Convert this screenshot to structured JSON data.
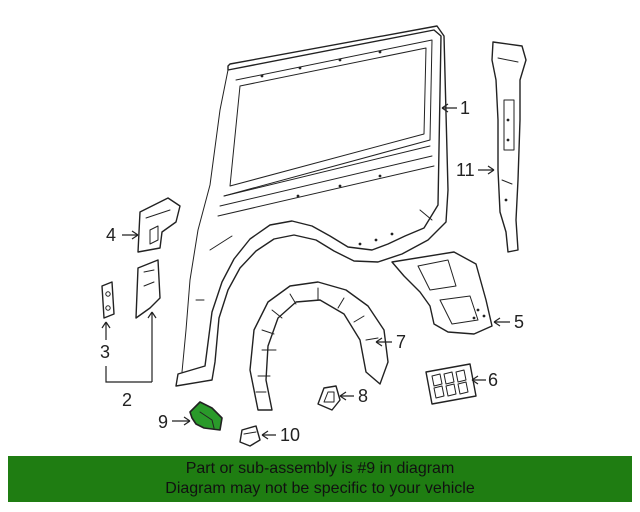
{
  "callouts": {
    "c1": "1",
    "c2": "2",
    "c3": "3",
    "c4": "4",
    "c5": "5",
    "c6": "6",
    "c7": "7",
    "c8": "8",
    "c9": "9",
    "c10": "10",
    "c11": "11"
  },
  "highlight": {
    "part_number": "9",
    "fill_color": "#2a9a2a"
  },
  "banner": {
    "line1": "Part or sub-assembly is #9 in diagram",
    "line2": "Diagram may not be specific to your vehicle",
    "background_color": "#1f7d12"
  }
}
